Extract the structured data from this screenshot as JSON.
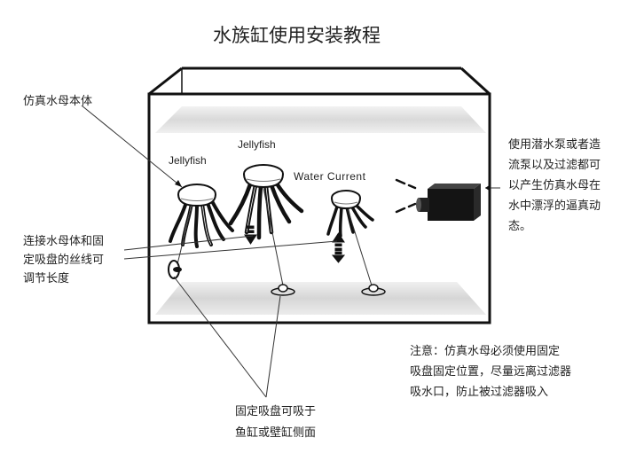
{
  "title": "水族缸使用安装教程",
  "labels": {
    "body_label": "仿真水母本体",
    "thread_label": [
      "连接水母体和固",
      "定吸盘的丝线可",
      "调节长度"
    ],
    "pump_label": [
      "使用潜水泵或者造",
      "流泵以及过滤都可",
      "以产生仿真水母在",
      "水中漂浮的逼真动",
      "态。"
    ],
    "note_label": [
      "注意：仿真水母必须使用固定",
      "吸盘固定位置，尽量远离过滤器",
      "吸水口，防止被过滤器吸入"
    ],
    "suction_label": [
      "固定吸盘可吸于",
      "鱼缸或壁缸侧面"
    ],
    "jellyfish_1": "Jellyfish",
    "jellyfish_2": "Jellyfish",
    "water_current": "Water Current"
  },
  "colors": {
    "ink": "#111111",
    "glass_band": "#e4e4e4",
    "text": "#222222"
  }
}
